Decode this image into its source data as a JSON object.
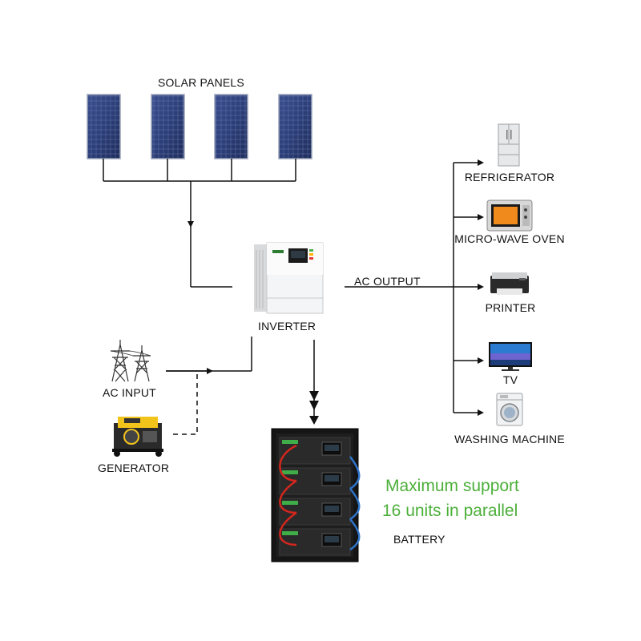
{
  "labels": {
    "solar_panels": "SOLAR PANELS",
    "inverter": "INVERTER",
    "ac_output": "AC OUTPUT",
    "ac_input": "AC INPUT",
    "generator": "GENERATOR",
    "battery": "BATTERY",
    "refrigerator": "REFRIGERATOR",
    "microwave": "MICRO-WAVE OVEN",
    "printer": "PRINTER",
    "tv": "TV",
    "washing_machine": "WASHING MACHINE"
  },
  "headline": {
    "line1": "Maximum support",
    "line2": "16 units in parallel"
  },
  "colors": {
    "headline_green": "#4caf3a",
    "line": "#111111",
    "panel_blue": "#2d3f78",
    "battery_body": "#111111",
    "cable_red": "#d3261e",
    "cable_blue": "#2f74c9",
    "battery_badge_green": "#3fae49"
  },
  "icons": {
    "solar_panel": "solar-panel-icon",
    "inverter": "inverter-icon",
    "transmission_tower": "power-tower-icon",
    "generator": "generator-icon",
    "battery_rack": "battery-rack-icon",
    "refrigerator": "refrigerator-icon",
    "microwave": "microwave-icon",
    "printer": "printer-icon",
    "tv": "tv-icon",
    "washing_machine": "washing-machine-icon"
  }
}
